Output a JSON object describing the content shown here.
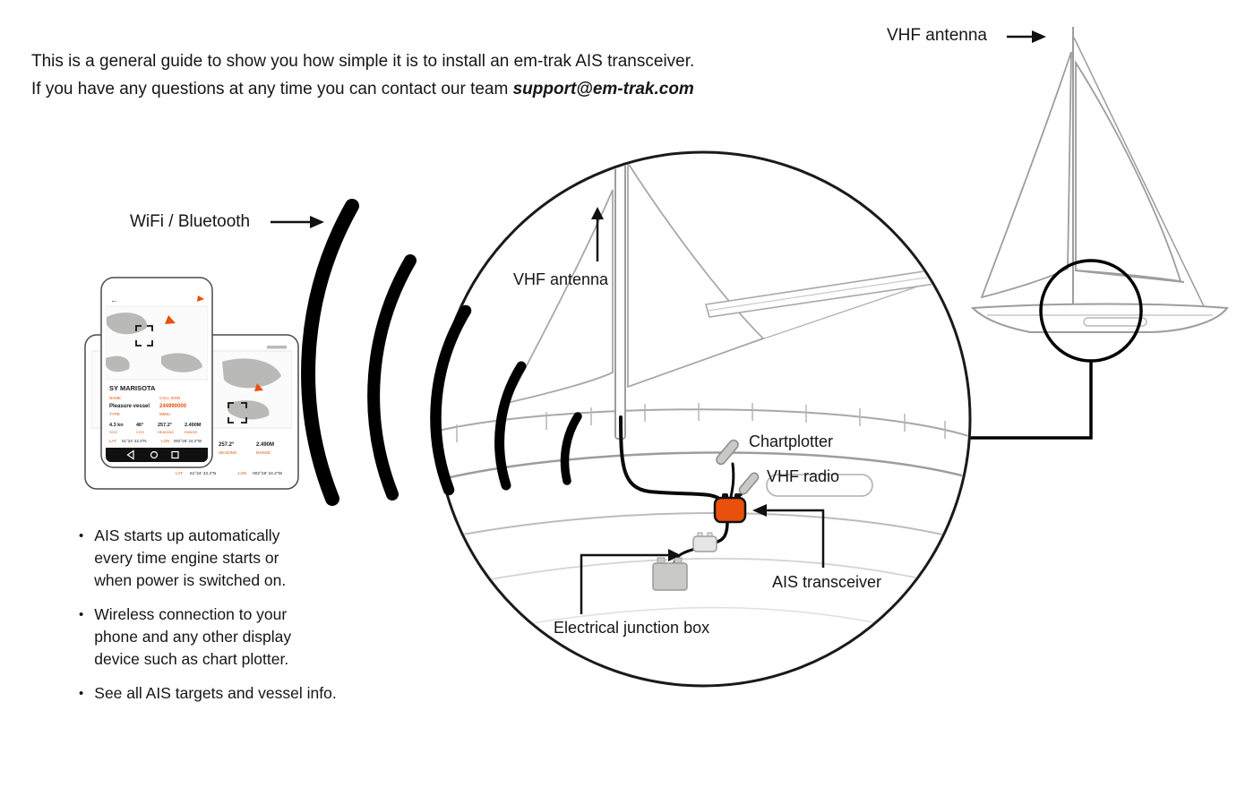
{
  "intro": {
    "line1": "This is a general guide to show you how simple it is to install an em-trak AIS transceiver.",
    "line2_prefix": "If you have any questions at any time you can contact our team ",
    "contact_email": "support@em-trak.com"
  },
  "labels": {
    "vhf_antenna_boat": "VHF antenna",
    "wifi_bluetooth": "WiFi / Bluetooth",
    "vhf_antenna_detail": "VHF antenna",
    "chartplotter": "Chartplotter",
    "vhf_radio": "VHF radio",
    "ais_transceiver": "AIS transceiver",
    "electrical_junction_box": "Electrical junction box"
  },
  "bullets": [
    "AIS starts up automatically every time engine starts or when power is switched on.",
    "Wireless connection to your phone and any other display device such as chart plotter.",
    "See all AIS targets and vessel info."
  ],
  "phone_app": {
    "back_icon": "←",
    "vessel_name": "SY MARISOTA",
    "name_label": "NAME",
    "name_value": "Pleasure vessel",
    "call_sign_label": "CALL SIGN",
    "call_sign_value": "244990000",
    "type_label": "TYPE",
    "mmsi_label": "MMSI",
    "sog_label": "SOG",
    "sog_value": "4.3 kn",
    "cog_label": "COG",
    "cog_value": "46°",
    "heading_label": "HEADING",
    "heading_value": "257.2°",
    "range_label": "RANGE",
    "range_value": "2.490M",
    "lat_label": "LAT",
    "lat_value": "51°24' 42.2\"N",
    "lon_label": "LON",
    "lon_value": "002°26' 24.2\"W"
  },
  "colors": {
    "accent_orange": "#e8500b",
    "line_gray": "#9d9d9c",
    "ink": "#161616"
  }
}
